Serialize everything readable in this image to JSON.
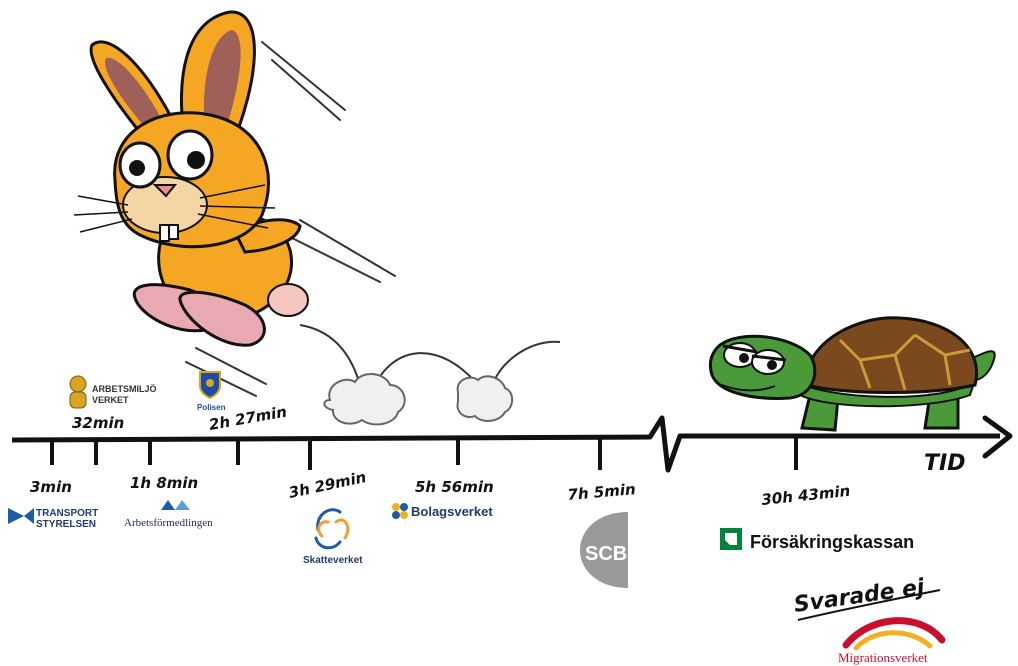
{
  "timeline": {
    "axis_label": "TID",
    "times": {
      "transportstyrelsen": "3min",
      "arbetsmiljoverket": "32min",
      "arbetsformedlingen": "1h 8min",
      "polisen": "2h 27min",
      "skatteverket": "3h 29min",
      "bolagsverket": "5h 56min",
      "scb": "7h 5min",
      "forsakringskassan": "30h 43min"
    },
    "no_answer": "Svarade ej"
  },
  "logos": {
    "transportstyrelsen": {
      "line1": "TRANSPORT",
      "line2": "STYRELSEN"
    },
    "arbetsmiljoverket": {
      "line1": "ARBETSMILJÖ",
      "line2": "VERKET"
    },
    "arbetsformedlingen": {
      "name": "Arbetsförmedlingen"
    },
    "polisen": {
      "name": "Polisen"
    },
    "skatteverket": {
      "name": "Skatteverket"
    },
    "bolagsverket": {
      "name": "Bolagsverket"
    },
    "scb": {
      "name": "SCB"
    },
    "forsakringskassan": {
      "name": "Försäkringskassan"
    },
    "migrationsverket": {
      "name": "Migrationsverket"
    }
  },
  "colors": {
    "rabbit_fur": "#f5a623",
    "rabbit_ear_inner": "#a0605a",
    "turtle_skin": "#4a9a3a",
    "turtle_shell": "#7a4a1e",
    "forsakringskassan_green": "#00843d",
    "bolagsverket_blue": "#1f5ba8",
    "migration_red": "#c8102e"
  }
}
